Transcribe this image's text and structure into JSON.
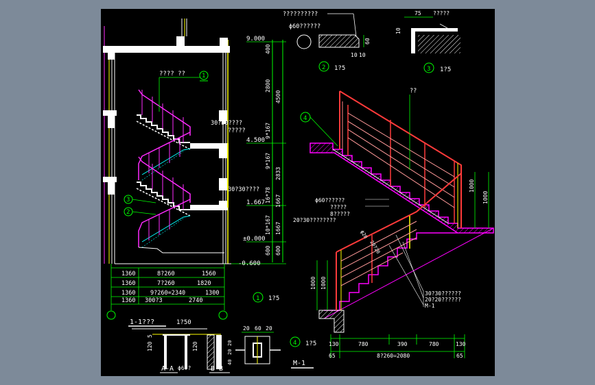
{
  "colors": {
    "background": "#000000",
    "outer": "#7d8a99",
    "wall": "#ffffff",
    "rail": "#ff2bff",
    "guard": "#ff3a3a",
    "dim": "#00ff00",
    "text": "#ffffff",
    "accent": "#ffff00",
    "hatch": "#ff00ff",
    "cyan": "#00ffff"
  },
  "section": {
    "elevations": [
      "9.000",
      "4.500",
      "1.667",
      "±0.000",
      "-0.600"
    ],
    "vertical_dims": [
      "400",
      "2800",
      "4500",
      "9*167",
      "9*167",
      "2833",
      "16*78",
      "1667",
      "10*167",
      "1667",
      "600",
      "600"
    ],
    "callout_top": "???? ??",
    "callout_top_num": "1",
    "callout_a": "3",
    "callout_b": "2",
    "note_upper": [
      "30?30????",
      "?????"
    ],
    "note_lower": "30?30????",
    "plan_dims": [
      [
        "1360",
        "8?260",
        "1560"
      ],
      [
        "1360",
        "7?260",
        "1820"
      ],
      [
        "1360",
        "9?260=2340",
        "1300"
      ],
      [
        "1360",
        "300?3",
        "2740"
      ]
    ],
    "title": "1-1???",
    "title_scale": "1?50",
    "detail1_num": "1",
    "detail1_scale": "1?5"
  },
  "detail2": {
    "label": "??????????",
    "pipe": "ϕ60??????",
    "dims": [
      "10",
      "10",
      "60"
    ],
    "num": "2",
    "scale": "1?5"
  },
  "detail3": {
    "dims": [
      "75",
      "10"
    ],
    "label": "?????",
    "num": "3",
    "scale": "1?5"
  },
  "rail_view": {
    "top_label": "??",
    "callout": "4",
    "notes": [
      "ϕ60??????",
      "?????",
      "8?????",
      "20?30????????"
    ],
    "diag_labels": [
      "ϕ20",
      "20?20"
    ],
    "heights": [
      "1000",
      "1000",
      "1000"
    ],
    "right_notes": [
      "30?30??????",
      "20?20??????",
      "M-1"
    ],
    "bottom_dims": [
      "130",
      "780",
      "390",
      "780",
      "130"
    ],
    "bottom_total": [
      "65",
      "8?260=2080",
      "65"
    ]
  },
  "small_details": {
    "aa_dims": [
      "120",
      "5",
      "120"
    ],
    "aa_label": "A-A",
    "aa_pipe": "ϕ6??",
    "bb_label": "B-B",
    "bb_dims": [
      "120"
    ],
    "plate_dims": [
      "20",
      "60",
      "20",
      "20",
      "40",
      "20"
    ],
    "plate_num": "4",
    "plate_scale": "1?5",
    "m1_label": "M-1"
  }
}
